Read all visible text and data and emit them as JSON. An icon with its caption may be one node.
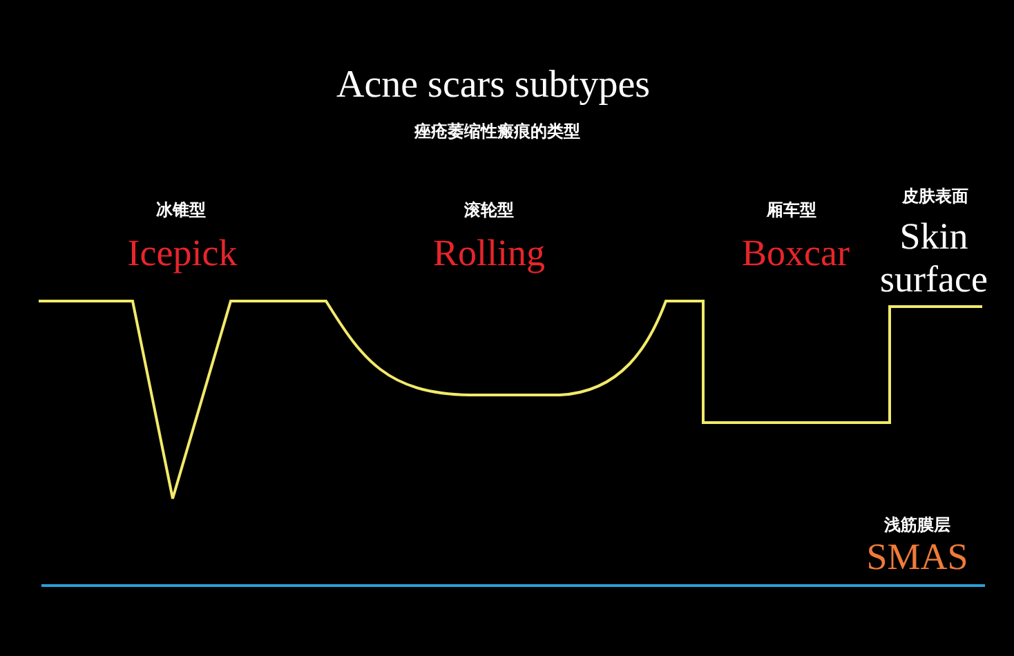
{
  "diagram": {
    "title": "Acne scars subtypes",
    "labels": [
      "痤疮萎缩性瘢痕的类型",
      "冰锥型",
      "滚轮型",
      "厢车型",
      "皮肤表面",
      "Icepick",
      "Rolling",
      "Boxcar",
      "Skin surface",
      "浅筋膜层",
      "SMAS"
    ]
  }
}
